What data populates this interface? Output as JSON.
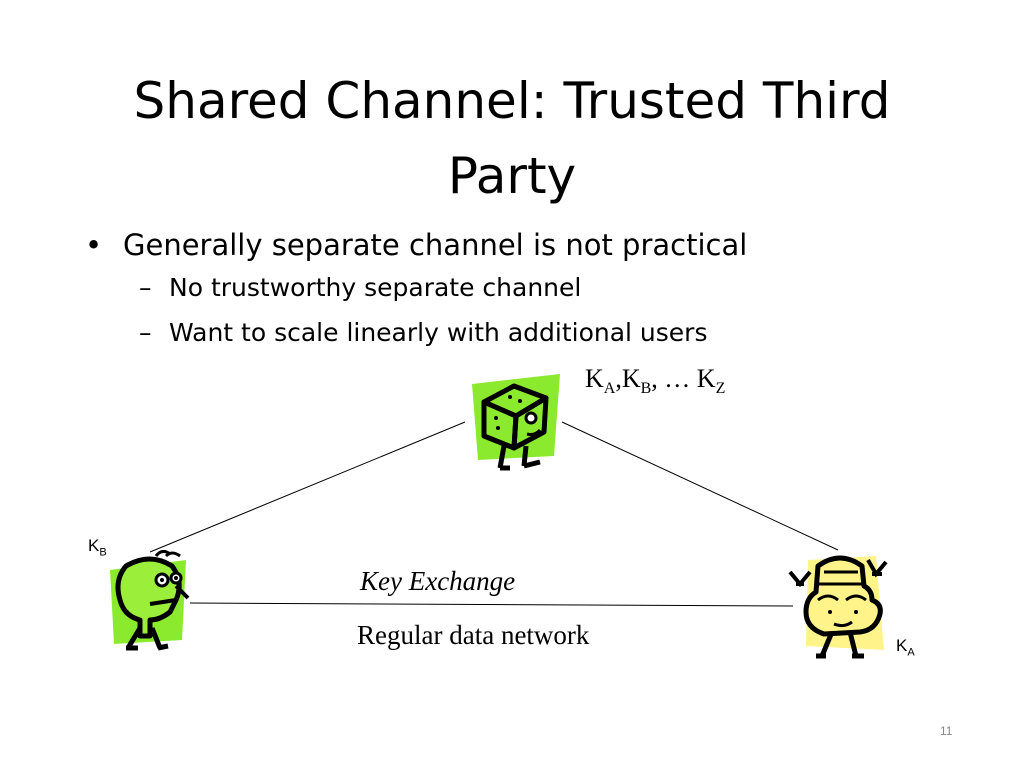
{
  "slide": {
    "title_line1": "Shared Channel: Trusted Third",
    "title_line2": "Party",
    "bullet_mark": "•",
    "dash_mark": "–",
    "bullets": [
      {
        "text": "Generally separate channel is not practical",
        "sub": [
          "No trustworthy separate channel",
          "Want to scale linearly with additional users"
        ]
      }
    ],
    "page_number": "11"
  },
  "diagram": {
    "third_party_keys": {
      "k": "K",
      "a": "A",
      "sep1": ",K",
      "b": "B",
      "sep2": ", … K",
      "z": "Z"
    },
    "left_user_key": {
      "k": "K",
      "sub": "B"
    },
    "right_user_key": {
      "k": "K",
      "sub": "A"
    },
    "edge_top_label": "Key Exchange",
    "edge_bottom_label": "Regular data network",
    "colors": {
      "figure_green": "#8BEA2E",
      "figure_yellow": "#FFF38A",
      "line": "#000000"
    },
    "icons": [
      "cube-person-icon",
      "green-person-icon",
      "shell-person-icon"
    ]
  }
}
